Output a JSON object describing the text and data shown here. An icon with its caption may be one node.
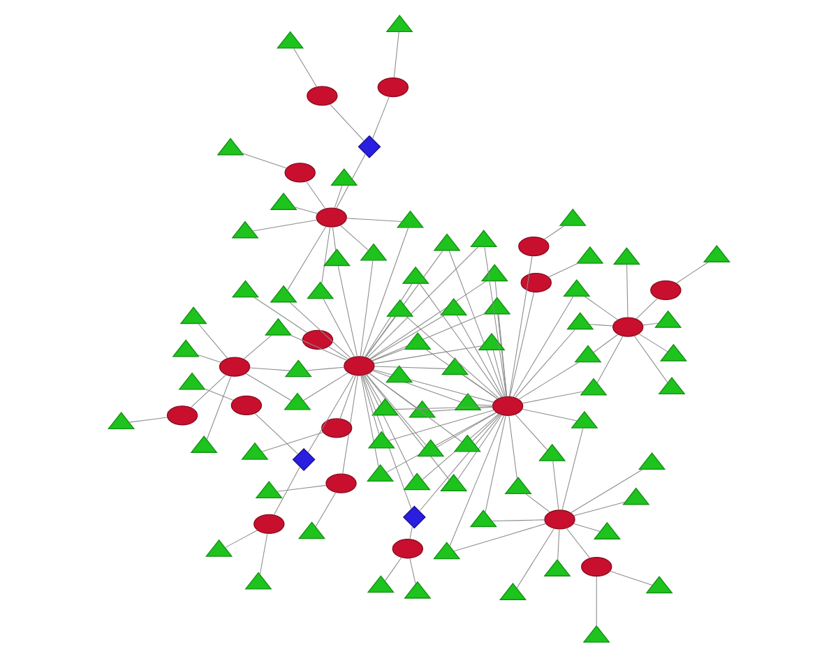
{
  "diagram": {
    "nodes": [
      {
        "text": [],
        "shape": "ellipse"
      },
      {
        "text": [],
        "shape": "ellipse"
      },
      {
        "text": [],
        "shape": "ellipse"
      },
      {
        "text": [],
        "shape": "ellipse"
      },
      {
        "text": [],
        "shape": "ellipse"
      },
      {
        "text": [],
        "shape": "ellipse"
      },
      {
        "text": [],
        "shape": "ellipse"
      },
      {
        "text": [],
        "shape": "ellipse"
      },
      {
        "text": [],
        "shape": "ellipse"
      },
      {
        "text": [],
        "shape": "ellipse"
      },
      {
        "text": [],
        "shape": "ellipse"
      },
      {
        "text": [],
        "shape": "ellipse"
      },
      {
        "text": [],
        "shape": "ellipse"
      },
      {
        "text": [],
        "shape": "ellipse"
      },
      {
        "text": [],
        "shape": "ellipse"
      },
      {
        "text": [],
        "shape": "ellipse"
      },
      {
        "text": [],
        "shape": "ellipse"
      },
      {
        "text": [],
        "shape": "ellipse"
      },
      {
        "text": [],
        "shape": "ellipse"
      },
      {
        "text": [],
        "shape": "ellipse"
      },
      {
        "text": [],
        "shape": "diamond"
      },
      {
        "text": [],
        "shape": "diamond"
      },
      {
        "text": [],
        "shape": "diamond"
      },
      {
        "text": [],
        "shape": "triangle"
      },
      {
        "text": [],
        "shape": "triangle"
      },
      {
        "text": [],
        "shape": "triangle"
      },
      {
        "text": [],
        "shape": "triangle"
      },
      {
        "text": [],
        "shape": "triangle"
      },
      {
        "text": [],
        "shape": "triangle"
      },
      {
        "text": [],
        "shape": "triangle"
      },
      {
        "text": [],
        "shape": "triangle"
      },
      {
        "text": [],
        "shape": "triangle"
      },
      {
        "text": [],
        "shape": "triangle"
      },
      {
        "text": [],
        "shape": "triangle"
      },
      {
        "text": [],
        "shape": "triangle"
      },
      {
        "text": [],
        "shape": "triangle"
      },
      {
        "text": [],
        "shape": "triangle"
      },
      {
        "text": [],
        "shape": "triangle"
      },
      {
        "text": [],
        "shape": "triangle"
      },
      {
        "text": [],
        "shape": "triangle"
      },
      {
        "text": [],
        "shape": "triangle"
      },
      {
        "text": [],
        "shape": "triangle"
      },
      {
        "text": [],
        "shape": "triangle"
      },
      {
        "text": [],
        "shape": "triangle"
      },
      {
        "text": [],
        "shape": "triangle"
      },
      {
        "text": [],
        "shape": "triangle"
      },
      {
        "text": [],
        "shape": "triangle"
      },
      {
        "text": [],
        "shape": "triangle"
      },
      {
        "text": [],
        "shape": "triangle"
      },
      {
        "text": [],
        "shape": "triangle"
      },
      {
        "text": [],
        "shape": "triangle"
      },
      {
        "text": [],
        "shape": "triangle"
      },
      {
        "text": [],
        "shape": "triangle"
      },
      {
        "text": [],
        "shape": "triangle"
      },
      {
        "text": [],
        "shape": "triangle"
      },
      {
        "text": [],
        "shape": "triangle"
      },
      {
        "text": [],
        "shape": "triangle"
      },
      {
        "text": [],
        "shape": "triangle"
      },
      {
        "text": [],
        "shape": "triangle"
      },
      {
        "text": [],
        "shape": "triangle"
      },
      {
        "text": [],
        "shape": "triangle"
      },
      {
        "text": [],
        "shape": "triangle"
      },
      {
        "text": [],
        "shape": "triangle"
      },
      {
        "text": [],
        "shape": "triangle"
      },
      {
        "text": [],
        "shape": "triangle"
      },
      {
        "text": [],
        "shape": "triangle"
      },
      {
        "text": [],
        "shape": "triangle"
      },
      {
        "text": [],
        "shape": "triangle"
      },
      {
        "text": [],
        "shape": "triangle"
      },
      {
        "text": [],
        "shape": "triangle"
      },
      {
        "text": [],
        "shape": "triangle"
      },
      {
        "text": [],
        "shape": "triangle"
      },
      {
        "text": [],
        "shape": "triangle"
      },
      {
        "text": [],
        "shape": "triangle"
      },
      {
        "text": [],
        "shape": "triangle"
      },
      {
        "text": [],
        "shape": "triangle"
      },
      {
        "text": [],
        "shape": "triangle"
      },
      {
        "text": [],
        "shape": "triangle"
      },
      {
        "text": [],
        "shape": "triangle"
      },
      {
        "text": [],
        "shape": "triangle"
      },
      {
        "text": [],
        "shape": "triangle"
      },
      {
        "text": [],
        "shape": "triangle"
      },
      {
        "text": [],
        "shape": "triangle"
      },
      {
        "text": [],
        "shape": "triangle"
      },
      {
        "text": [],
        "shape": "triangle"
      },
      {
        "text": [],
        "shape": "triangle"
      },
      {
        "text": [],
        "shape": "triangle"
      },
      {
        "text": [],
        "shape": "triangle"
      },
      {
        "text": [],
        "shape": "triangle"
      },
      {
        "text": [],
        "shape": "triangle"
      },
      {
        "text": [],
        "shape": "triangle"
      },
      {
        "text": [],
        "shape": "triangle"
      },
      {
        "text": [],
        "shape": "triangle"
      }
    ],
    "edges": [
      {
        "from": 23,
        "to": 0,
        "arrow": "none"
      },
      {
        "from": 24,
        "to": 0,
        "arrow": "none"
      },
      {
        "from": 25,
        "to": 0,
        "arrow": "none"
      },
      {
        "from": 26,
        "to": 0,
        "arrow": "none"
      },
      {
        "from": 27,
        "to": 0,
        "arrow": "none"
      },
      {
        "from": 28,
        "to": 0,
        "arrow": "none"
      },
      {
        "from": 29,
        "to": 0,
        "arrow": "none"
      },
      {
        "from": 30,
        "to": 0,
        "arrow": "none"
      },
      {
        "from": 31,
        "to": 0,
        "arrow": "none"
      },
      {
        "from": 32,
        "to": 0,
        "arrow": "none"
      },
      {
        "from": 33,
        "to": 1,
        "arrow": "none"
      },
      {
        "from": 34,
        "to": 1,
        "arrow": "none"
      },
      {
        "from": 35,
        "to": 1,
        "arrow": "none"
      },
      {
        "from": 36,
        "to": 1,
        "arrow": "none"
      },
      {
        "from": 37,
        "to": 1,
        "arrow": "none"
      },
      {
        "from": 38,
        "to": 1,
        "arrow": "none"
      },
      {
        "from": 39,
        "to": 1,
        "arrow": "none"
      },
      {
        "from": 40,
        "to": 1,
        "arrow": "none"
      },
      {
        "from": 41,
        "to": 1,
        "arrow": "none"
      },
      {
        "from": 42,
        "to": 1,
        "arrow": "none"
      },
      {
        "from": 43,
        "to": 2,
        "arrow": "none"
      },
      {
        "from": 44,
        "to": 2,
        "arrow": "none"
      },
      {
        "from": 45,
        "to": 2,
        "arrow": "none"
      },
      {
        "from": 46,
        "to": 2,
        "arrow": "none"
      },
      {
        "from": 47,
        "to": 2,
        "arrow": "none"
      },
      {
        "from": 48,
        "to": 2,
        "arrow": "none"
      },
      {
        "from": 49,
        "to": 2,
        "arrow": "none"
      },
      {
        "from": 50,
        "to": 2,
        "arrow": "none"
      },
      {
        "from": 51,
        "to": 2,
        "arrow": "none"
      },
      {
        "from": 52,
        "to": 2,
        "arrow": "none"
      },
      {
        "from": 53,
        "to": 3,
        "arrow": "none"
      },
      {
        "from": 54,
        "to": 3,
        "arrow": "none"
      },
      {
        "from": 55,
        "to": 3,
        "arrow": "none"
      },
      {
        "from": 56,
        "to": 3,
        "arrow": "none"
      },
      {
        "from": 57,
        "to": 3,
        "arrow": "none"
      },
      {
        "from": 58,
        "to": 3,
        "arrow": "none"
      },
      {
        "from": 59,
        "to": 3,
        "arrow": "none"
      },
      {
        "from": 60,
        "to": 3,
        "arrow": "none"
      },
      {
        "from": 61,
        "to": 4,
        "arrow": "none"
      },
      {
        "from": 62,
        "to": 4,
        "arrow": "none"
      },
      {
        "from": 63,
        "to": 4,
        "arrow": "none"
      },
      {
        "from": 64,
        "to": 4,
        "arrow": "none"
      },
      {
        "from": 65,
        "to": 4,
        "arrow": "none"
      },
      {
        "from": 66,
        "to": 4,
        "arrow": "none"
      },
      {
        "from": 67,
        "to": 4,
        "arrow": "none"
      },
      {
        "from": 68,
        "to": 4,
        "arrow": "none"
      },
      {
        "from": 69,
        "to": 5,
        "arrow": "none"
      },
      {
        "from": 70,
        "to": 5,
        "arrow": "none"
      },
      {
        "from": 71,
        "to": 5,
        "arrow": "none"
      },
      {
        "from": 72,
        "to": 5,
        "arrow": "none"
      },
      {
        "from": 73,
        "to": 5,
        "arrow": "none"
      },
      {
        "from": 74,
        "to": 5,
        "arrow": "none"
      },
      {
        "from": 75,
        "to": 6,
        "arrow": "none"
      },
      {
        "from": 76,
        "to": 7,
        "arrow": "none"
      },
      {
        "from": 77,
        "to": 8,
        "arrow": "none"
      },
      {
        "from": 78,
        "to": 9,
        "arrow": "none"
      },
      {
        "from": 79,
        "to": 10,
        "arrow": "none"
      },
      {
        "from": 80,
        "to": 11,
        "arrow": "none"
      },
      {
        "from": 81,
        "to": 12,
        "arrow": "none"
      },
      {
        "from": 82,
        "to": 13,
        "arrow": "none"
      },
      {
        "from": 83,
        "to": 14,
        "arrow": "none"
      },
      {
        "from": 84,
        "to": 15,
        "arrow": "none"
      },
      {
        "from": 85,
        "to": 16,
        "arrow": "none"
      },
      {
        "from": 86,
        "to": 17,
        "arrow": "none"
      },
      {
        "from": 87,
        "to": 18,
        "arrow": "none"
      },
      {
        "from": 88,
        "to": 19,
        "arrow": "none"
      },
      {
        "from": 89,
        "to": 6,
        "arrow": "none"
      },
      {
        "from": 90,
        "to": 8,
        "arrow": "none"
      },
      {
        "from": 91,
        "to": 10,
        "arrow": "none"
      },
      {
        "from": 92,
        "to": 12,
        "arrow": "none"
      },
      {
        "from": 23,
        "to": 1,
        "arrow": "none"
      },
      {
        "from": 24,
        "to": 1,
        "arrow": "none"
      },
      {
        "from": 25,
        "to": 1,
        "arrow": "none"
      },
      {
        "from": 26,
        "to": 1,
        "arrow": "none"
      },
      {
        "from": 27,
        "to": 1,
        "arrow": "none"
      },
      {
        "from": 28,
        "to": 1,
        "arrow": "none"
      },
      {
        "from": 29,
        "to": 1,
        "arrow": "none"
      },
      {
        "from": 30,
        "to": 1,
        "arrow": "none"
      },
      {
        "from": 31,
        "to": 1,
        "arrow": "none"
      },
      {
        "from": 32,
        "to": 1,
        "arrow": "none"
      },
      {
        "from": 33,
        "to": 0,
        "arrow": "none"
      },
      {
        "from": 34,
        "to": 0,
        "arrow": "none"
      },
      {
        "from": 35,
        "to": 0,
        "arrow": "none"
      },
      {
        "from": 36,
        "to": 0,
        "arrow": "none"
      },
      {
        "from": 37,
        "to": 0,
        "arrow": "none"
      },
      {
        "from": 38,
        "to": 0,
        "arrow": "none"
      },
      {
        "from": 39,
        "to": 0,
        "arrow": "none"
      },
      {
        "from": 40,
        "to": 0,
        "arrow": "none"
      },
      {
        "from": 41,
        "to": 0,
        "arrow": "none"
      },
      {
        "from": 42,
        "to": 0,
        "arrow": "none"
      },
      {
        "from": 43,
        "to": 1,
        "arrow": "none"
      },
      {
        "from": 44,
        "to": 1,
        "arrow": "none"
      },
      {
        "from": 45,
        "to": 1,
        "arrow": "none"
      },
      {
        "from": 46,
        "to": 1,
        "arrow": "none"
      },
      {
        "from": 47,
        "to": 1,
        "arrow": "none"
      },
      {
        "from": 53,
        "to": 0,
        "arrow": "none"
      },
      {
        "from": 54,
        "to": 0,
        "arrow": "none"
      },
      {
        "from": 55,
        "to": 0,
        "arrow": "none"
      },
      {
        "from": 56,
        "to": 0,
        "arrow": "none"
      },
      {
        "from": 57,
        "to": 0,
        "arrow": "none"
      },
      {
        "from": 61,
        "to": 1,
        "arrow": "none"
      },
      {
        "from": 62,
        "to": 1,
        "arrow": "none"
      },
      {
        "from": 63,
        "to": 1,
        "arrow": "none"
      },
      {
        "from": 64,
        "to": 1,
        "arrow": "none"
      },
      {
        "from": 69,
        "to": 0,
        "arrow": "none"
      },
      {
        "from": 70,
        "to": 0,
        "arrow": "none"
      },
      {
        "from": 71,
        "to": 0,
        "arrow": "none"
      },
      {
        "from": 20,
        "to": 0,
        "arrow": "none"
      },
      {
        "from": 20,
        "to": 1,
        "arrow": "none"
      },
      {
        "from": 20,
        "to": 10,
        "arrow": "none"
      },
      {
        "from": 21,
        "to": 0,
        "arrow": "none"
      },
      {
        "from": 21,
        "to": 11,
        "arrow": "none"
      },
      {
        "from": 21,
        "to": 12,
        "arrow": "none"
      },
      {
        "from": 22,
        "to": 3,
        "arrow": "none"
      },
      {
        "from": 22,
        "to": 13,
        "arrow": "none"
      },
      {
        "from": 22,
        "to": 14,
        "arrow": "none"
      },
      {
        "from": 6,
        "to": 0,
        "arrow": "none"
      },
      {
        "from": 7,
        "to": 1,
        "arrow": "none"
      },
      {
        "from": 8,
        "to": 2,
        "arrow": "none"
      },
      {
        "from": 9,
        "to": 0,
        "arrow": "none"
      },
      {
        "from": 15,
        "to": 4,
        "arrow": "none"
      },
      {
        "from": 16,
        "to": 5,
        "arrow": "none"
      },
      {
        "from": 17,
        "to": 3,
        "arrow": "none"
      },
      {
        "from": 18,
        "to": 1,
        "arrow": "none"
      },
      {
        "from": 19,
        "to": 0,
        "arrow": "none"
      }
    ]
  }
}
